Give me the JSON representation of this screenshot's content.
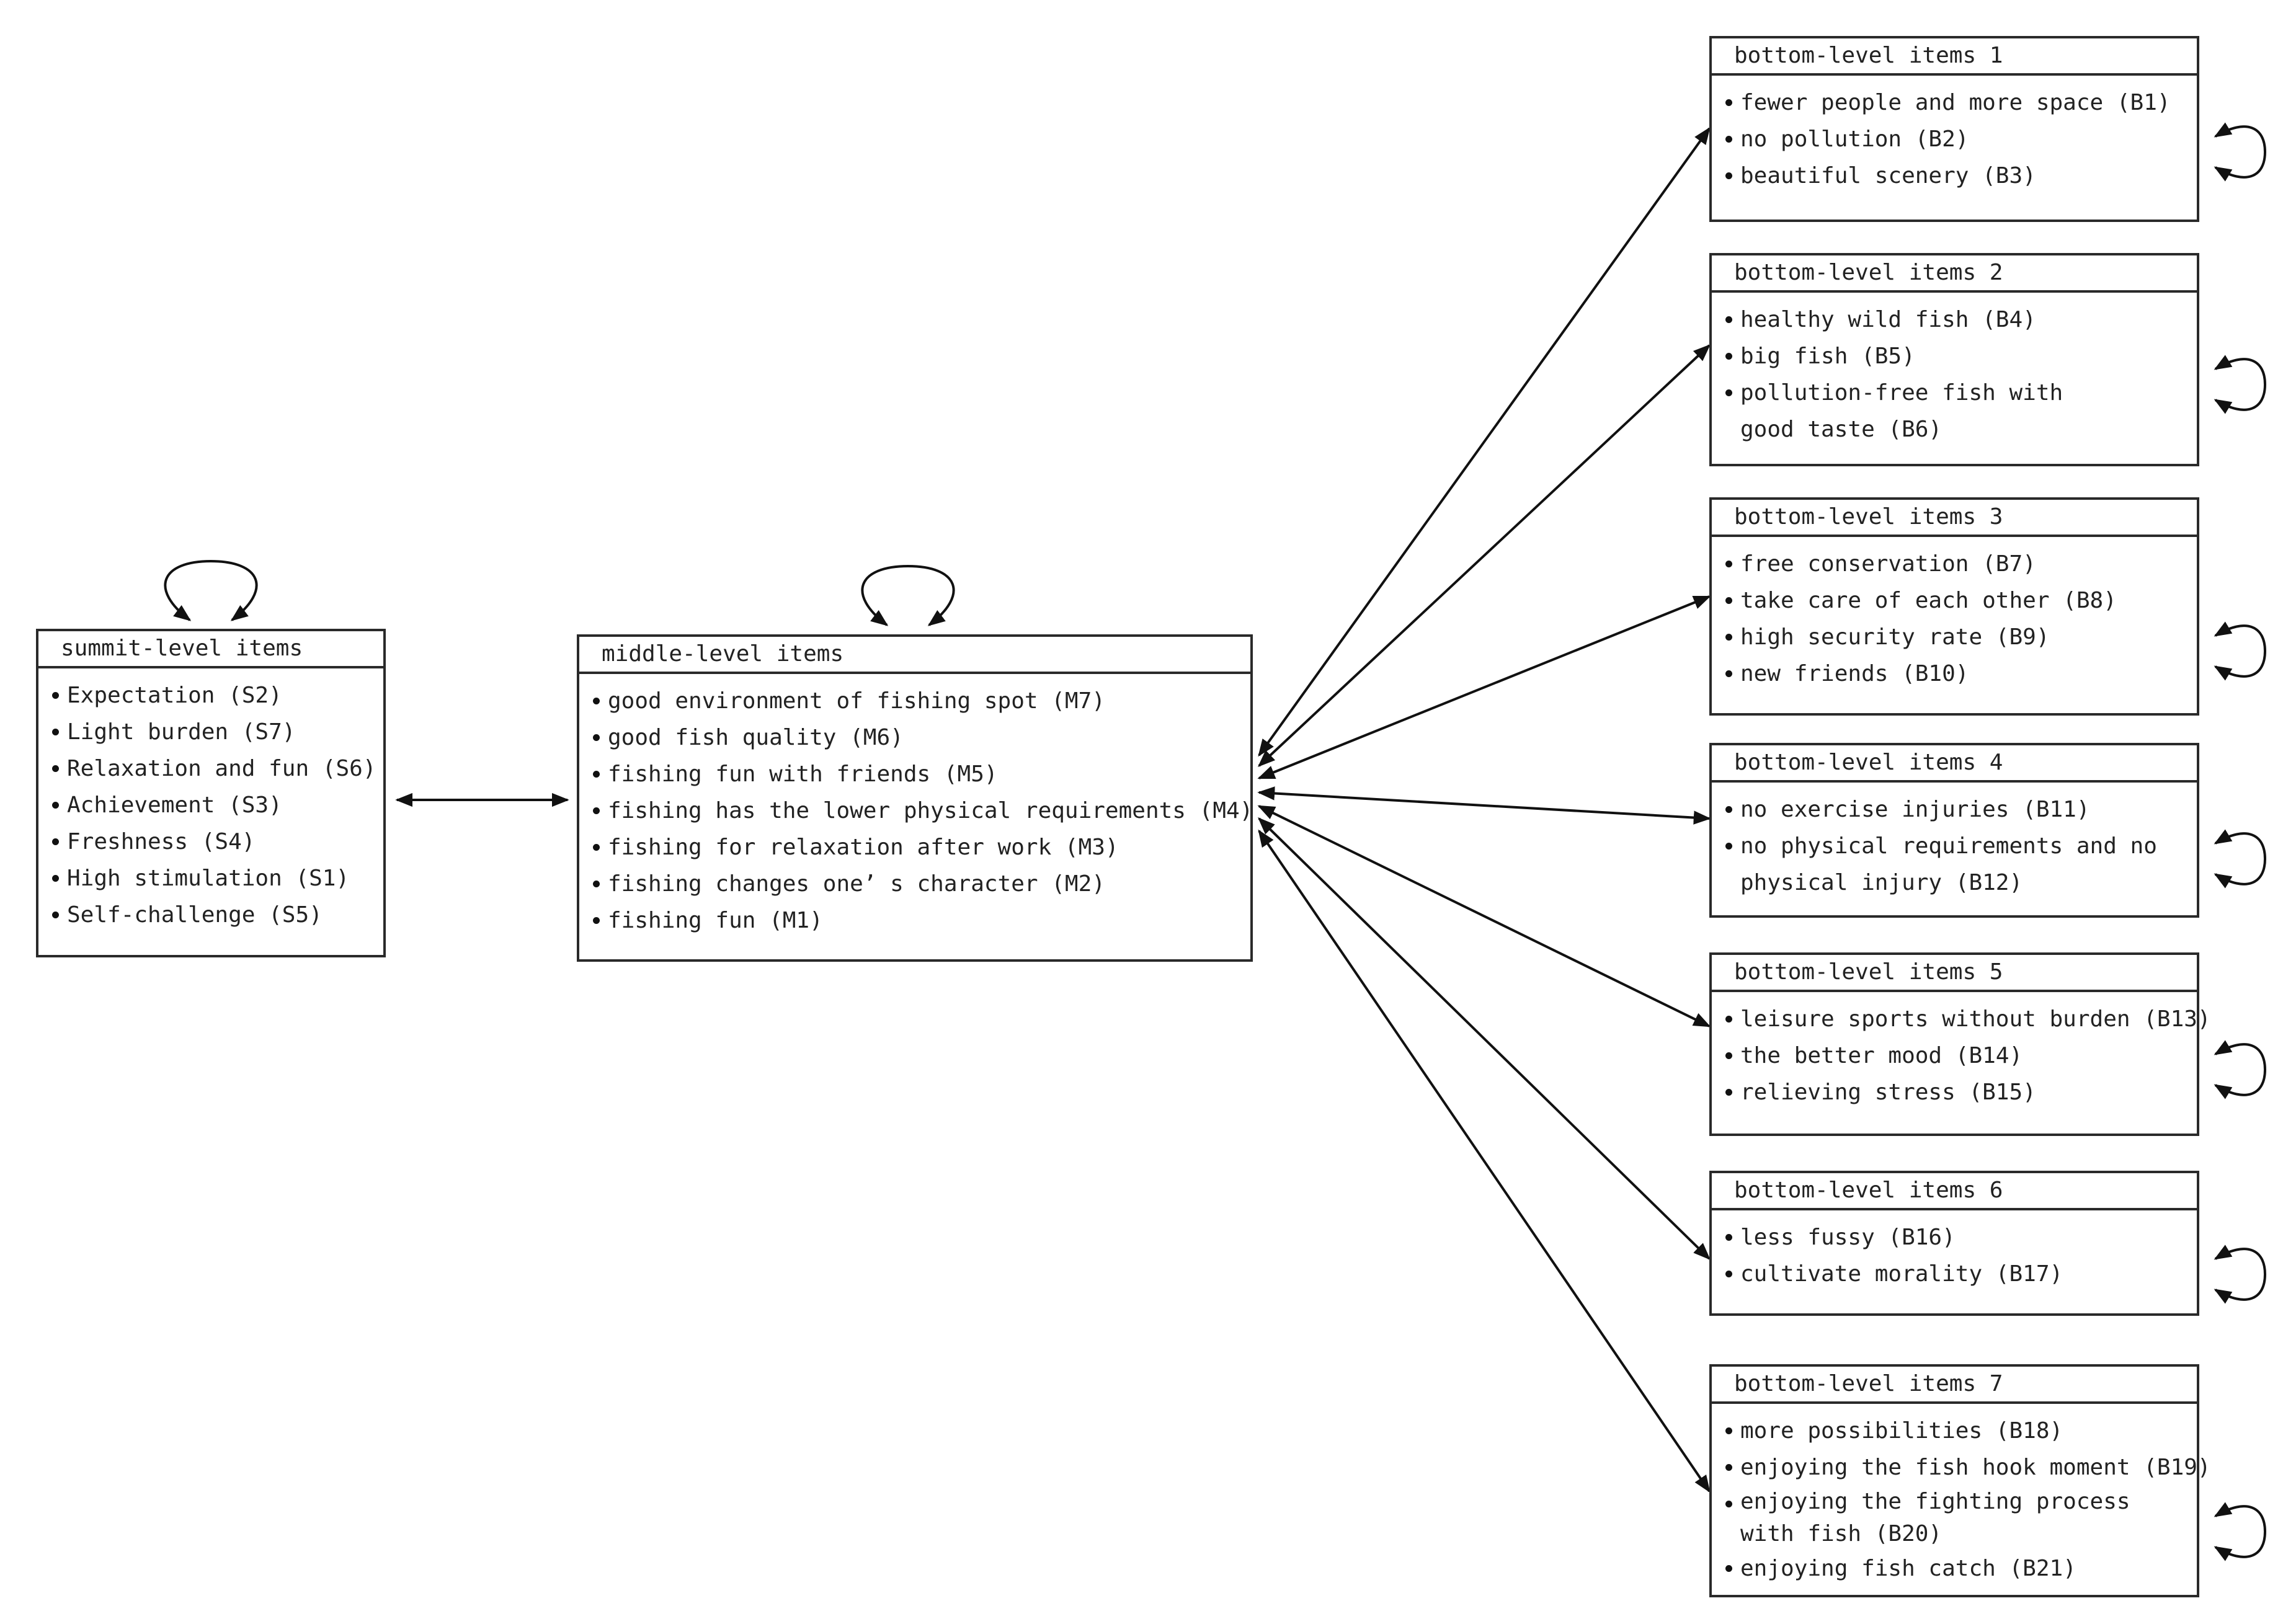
{
  "summit": {
    "title": "summit-level items",
    "items": [
      "Expectation (S2)",
      "Light burden (S7)",
      "Relaxation and fun (S6)",
      "Achievement (S3)",
      "Freshness (S4)",
      "High stimulation (S1)",
      "Self-challenge (S5)"
    ]
  },
  "middle": {
    "title": "middle-level items",
    "items": [
      "good environment of fishing spot (M7)",
      "good fish quality (M6)",
      "fishing fun with friends (M5)",
      "fishing has the lower physical requirements (M4)",
      "fishing for relaxation after work (M3)",
      "fishing changes one’ s character (M2)",
      "fishing fun (M1)"
    ]
  },
  "bottom": [
    {
      "title": "bottom-level items 1",
      "items": [
        "fewer people and more space (B1)",
        "no pollution (B2)",
        "beautiful scenery (B3)"
      ]
    },
    {
      "title": "bottom-level items 2",
      "items": [
        "healthy wild fish (B4)",
        "big fish (B5)",
        "pollution-free fish with good taste (B6)"
      ]
    },
    {
      "title": "bottom-level items 3",
      "items": [
        "free conservation (B7)",
        "take care of each other (B8)",
        "high security rate (B9)",
        "new friends (B10)"
      ]
    },
    {
      "title": "bottom-level items 4",
      "items": [
        "no exercise injuries (B11)",
        "no physical requirements and no physical injury (B12)"
      ]
    },
    {
      "title": "bottom-level items 5",
      "items": [
        "leisure sports without burden (B13)",
        "the better mood (B14)",
        "relieving stress (B15)"
      ]
    },
    {
      "title": "bottom-level items 6",
      "items": [
        "less fussy (B16)",
        "cultivate morality (B17)"
      ]
    },
    {
      "title": "bottom-level items 7",
      "items": [
        "more possibilities (B18)",
        "enjoying the fish hook moment (B19)",
        "enjoying the fighting process with fish (B20)",
        "enjoying fish catch (B21)"
      ]
    }
  ]
}
